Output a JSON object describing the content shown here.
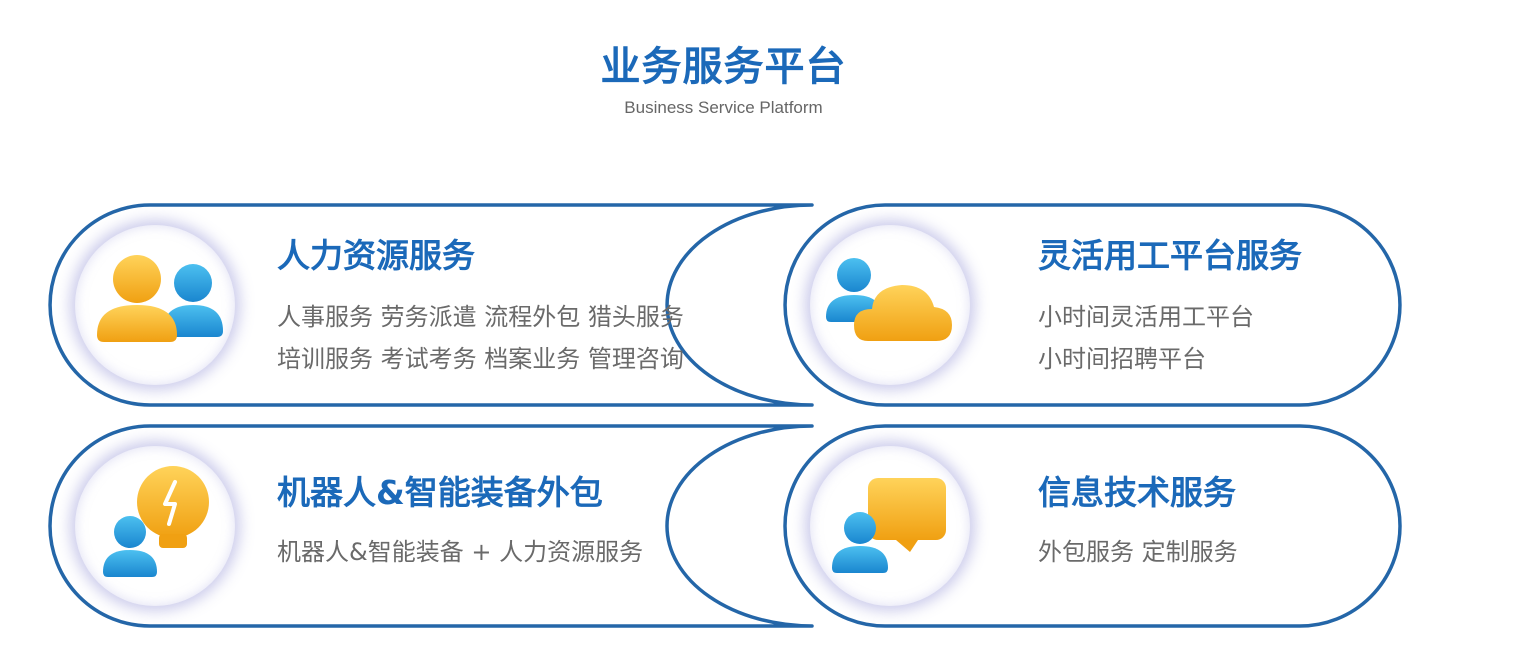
{
  "header": {
    "title": "业务服务平台",
    "subtitle": "Business Service Platform"
  },
  "cards": [
    {
      "title": "人力资源服务",
      "lines": [
        "人事服务 劳务派遣 流程外包 猎头服务",
        "培训服务 考试考务 档案业务 管理咨询"
      ],
      "icon": "people-icon"
    },
    {
      "title": "灵活用工平台服务",
      "lines": [
        "小时间灵活用工平台",
        "小时间招聘平台"
      ],
      "icon": "person-cloud-icon"
    },
    {
      "title": "机器人&智能装备外包",
      "lines": [
        "机器人&智能装备 + 人力资源服务"
      ],
      "icon": "person-lightbulb-icon"
    },
    {
      "title": "信息技术服务",
      "lines": [
        "外包服务 定制服务"
      ],
      "icon": "person-monitor-icon"
    }
  ],
  "colors": {
    "accent": "#1b69b9",
    "frame": "#2466a8",
    "text": "#6a6a6a",
    "icon_blue": "#1e98d8",
    "icon_yellow": "#f5b019"
  }
}
